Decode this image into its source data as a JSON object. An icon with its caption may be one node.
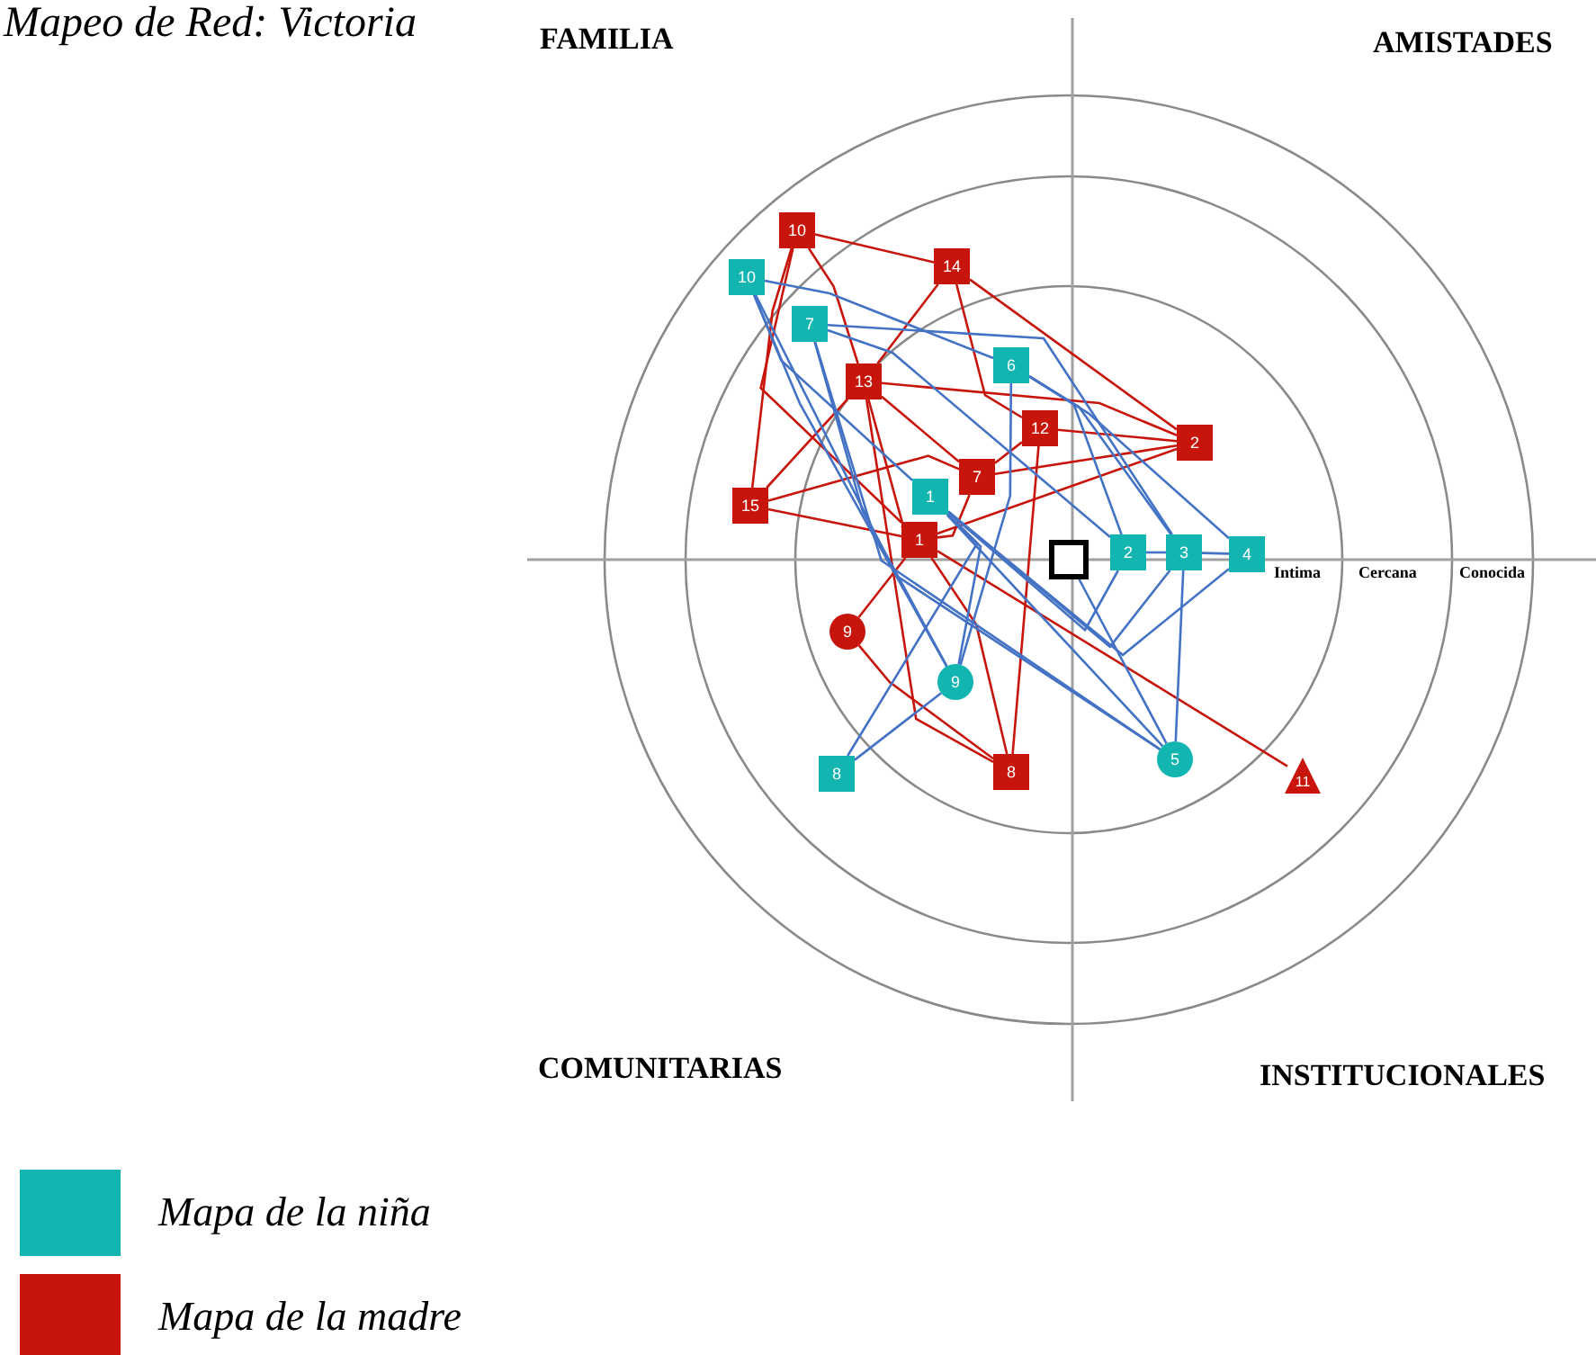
{
  "diagram": {
    "title": "Mapeo de Red: Victoria",
    "nodes": [
      {
        "text": [
          "10"
        ]
      },
      {
        "text": [
          "10"
        ]
      },
      {
        "text": [
          "14"
        ]
      },
      {
        "text": [
          "7"
        ]
      },
      {
        "text": [
          "6"
        ]
      },
      {
        "text": [
          "13"
        ]
      },
      {
        "text": [
          "12"
        ]
      },
      {
        "text": [
          "2"
        ]
      },
      {
        "text": [
          "7"
        ]
      },
      {
        "text": [
          "1"
        ]
      },
      {
        "text": [
          "15"
        ]
      },
      {
        "text": [
          "1"
        ]
      },
      {
        "text": [
          "2"
        ]
      },
      {
        "text": [
          "3"
        ]
      },
      {
        "text": [
          "4"
        ]
      },
      {
        "text": [],
        "shape": "box"
      },
      {
        "text": [
          "9"
        ]
      },
      {
        "text": [
          "9"
        ]
      },
      {
        "text": [
          "8"
        ]
      },
      {
        "text": [
          "5"
        ]
      },
      {
        "text": [
          "8"
        ]
      },
      {
        "text": [
          "11"
        ]
      }
    ],
    "edges": [
      {
        "from": 1,
        "to": 2,
        "arrow": "none",
        "color": "#c8150c"
      },
      {
        "from": 2,
        "to": 5,
        "arrow": "none",
        "color": "#c8150c"
      },
      {
        "from": 2,
        "to": 7,
        "arrow": "none",
        "color": "#c8150c"
      },
      {
        "from": 2,
        "to": 6,
        "arrow": "none",
        "color": "#c8150c"
      },
      {
        "from": 1,
        "to": 10,
        "arrow": "none",
        "color": "#c8150c"
      },
      {
        "from": 1,
        "to": 5,
        "arrow": "none",
        "color": "#c8150c"
      },
      {
        "from": 1,
        "to": 11,
        "arrow": "none",
        "color": "#c8150c"
      },
      {
        "from": 5,
        "to": 10,
        "arrow": "none",
        "color": "#c8150c"
      },
      {
        "from": 5,
        "to": 7,
        "arrow": "none",
        "color": "#c8150c"
      },
      {
        "from": 5,
        "to": 8,
        "arrow": "none",
        "color": "#c8150c"
      },
      {
        "from": 5,
        "to": 11,
        "arrow": "none",
        "color": "#c8150c"
      },
      {
        "from": 6,
        "to": 7,
        "arrow": "none",
        "color": "#c8150c"
      },
      {
        "from": 8,
        "to": 7,
        "arrow": "none",
        "color": "#c8150c"
      },
      {
        "from": 8,
        "to": 6,
        "arrow": "none",
        "color": "#c8150c"
      },
      {
        "from": 10,
        "to": 8,
        "arrow": "none",
        "color": "#c8150c"
      },
      {
        "from": 10,
        "to": 11,
        "arrow": "none",
        "color": "#c8150c"
      },
      {
        "from": 11,
        "to": 7,
        "arrow": "none",
        "color": "#c8150c"
      },
      {
        "from": 11,
        "to": 8,
        "arrow": "none",
        "color": "#c8150c"
      },
      {
        "from": 11,
        "to": 16,
        "arrow": "none",
        "color": "#c8150c"
      },
      {
        "from": 11,
        "to": 20,
        "arrow": "none",
        "color": "#c8150c"
      },
      {
        "from": 11,
        "to": 21,
        "arrow": "none",
        "color": "#c8150c"
      },
      {
        "from": 16,
        "to": 20,
        "arrow": "none",
        "color": "#c8150c"
      },
      {
        "from": 6,
        "to": 20,
        "arrow": "none",
        "color": "#c8150c"
      },
      {
        "from": 5,
        "to": 20,
        "arrow": "none",
        "color": "#c8150c"
      },
      {
        "from": 0,
        "to": 4,
        "arrow": "none",
        "color": "#4472c4"
      },
      {
        "from": 0,
        "to": 9,
        "arrow": "none",
        "color": "#4472c4"
      },
      {
        "from": 0,
        "to": 17,
        "arrow": "none",
        "color": "#4472c4"
      },
      {
        "from": 0,
        "to": 19,
        "arrow": "none",
        "color": "#4472c4"
      },
      {
        "from": 3,
        "to": 12,
        "arrow": "none",
        "color": "#4472c4"
      },
      {
        "from": 3,
        "to": 13,
        "arrow": "none",
        "color": "#4472c4"
      },
      {
        "from": 3,
        "to": 17,
        "arrow": "none",
        "color": "#4472c4"
      },
      {
        "from": 3,
        "to": 19,
        "arrow": "none",
        "color": "#4472c4"
      },
      {
        "from": 4,
        "to": 12,
        "arrow": "none",
        "color": "#4472c4"
      },
      {
        "from": 4,
        "to": 13,
        "arrow": "none",
        "color": "#4472c4"
      },
      {
        "from": 4,
        "to": 14,
        "arrow": "none",
        "color": "#4472c4"
      },
      {
        "from": 4,
        "to": 17,
        "arrow": "none",
        "color": "#4472c4"
      },
      {
        "from": 9,
        "to": 12,
        "arrow": "none",
        "color": "#4472c4"
      },
      {
        "from": 9,
        "to": 13,
        "arrow": "none",
        "color": "#4472c4"
      },
      {
        "from": 9,
        "to": 14,
        "arrow": "none",
        "color": "#4472c4"
      },
      {
        "from": 9,
        "to": 19,
        "arrow": "none",
        "color": "#4472c4"
      },
      {
        "from": 9,
        "to": 17,
        "arrow": "none",
        "color": "#4472c4"
      },
      {
        "from": 12,
        "to": 13,
        "arrow": "none",
        "color": "#4472c4"
      },
      {
        "from": 13,
        "to": 14,
        "arrow": "none",
        "color": "#4472c4"
      },
      {
        "from": 13,
        "to": 19,
        "arrow": "none",
        "color": "#4472c4"
      },
      {
        "from": 18,
        "to": 17,
        "arrow": "none",
        "color": "#4472c4"
      },
      {
        "from": 18,
        "to": 9,
        "arrow": "none",
        "color": "#4472c4"
      },
      {
        "from": 15,
        "to": 19,
        "arrow": "none",
        "color": "#4472c4"
      }
    ],
    "labels": [
      "FAMILIA",
      "AMISTADES",
      "Intima",
      "Cercana",
      "Conocida",
      "COMUNITARIAS",
      "INSTITUCIONALES"
    ],
    "legend": [
      {
        "text": "Mapa de la niña",
        "color": "#13b5b1"
      },
      {
        "text": "Mapa de la madre",
        "color": "#c8150c"
      }
    ]
  }
}
